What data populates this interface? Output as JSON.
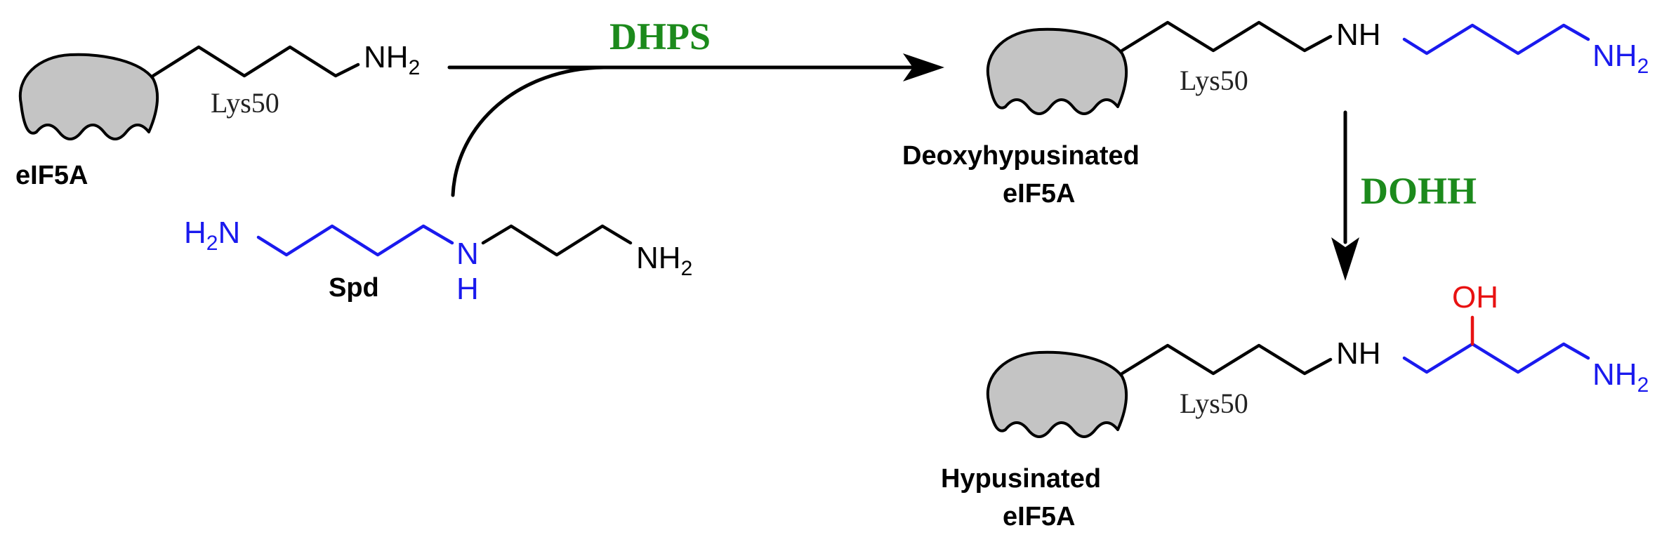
{
  "colors": {
    "enzyme": "#1c8a1c",
    "blue": "#1a1aee",
    "red": "#e81212",
    "protein": "#c4c4c4"
  },
  "enzymes": {
    "dhps": "DHPS",
    "dohh": "DOHH"
  },
  "reactant": {
    "label": "eIF5A",
    "residue": "Lys50",
    "amine": {
      "main": "NH",
      "sub": "2"
    }
  },
  "spermidine": {
    "label": "Spd",
    "left_amine": {
      "main": "H",
      "sub": "2",
      "tail": "N"
    },
    "center_n": "N",
    "center_h": "H",
    "right_amine": {
      "main": "NH",
      "sub": "2"
    }
  },
  "intermediate": {
    "label_line1": "Deoxyhypusinated",
    "label_line2": "eIF5A",
    "residue": "Lys50",
    "link": "NH",
    "amine": {
      "main": "NH",
      "sub": "2"
    }
  },
  "product": {
    "label_line1": "Hypusinated",
    "label_line2": "eIF5A",
    "residue": "Lys50",
    "link": "NH",
    "hydroxyl": "OH",
    "amine": {
      "main": "NH",
      "sub": "2"
    }
  }
}
